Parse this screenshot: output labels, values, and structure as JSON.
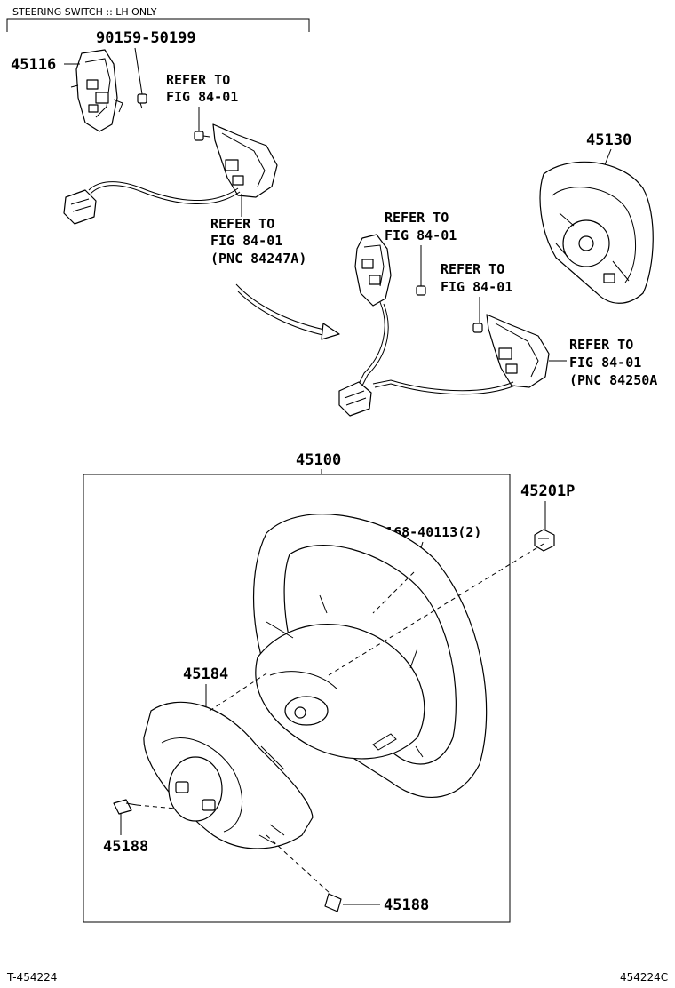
{
  "header_note": "STEERING SWITCH :: LH ONLY",
  "parts": {
    "p45116": "45116",
    "p90159": "90159-50199",
    "p45130": "45130",
    "p45100": "45100",
    "p45201P": "45201P",
    "p90168": "90168-40113(2)",
    "p45184": "45184",
    "p45188_left": "45188",
    "p45188_bottom": "45188"
  },
  "refs": {
    "r1": {
      "line1": "REFER TO",
      "line2": "FIG 84-01"
    },
    "r2": {
      "line1": "REFER TO",
      "line2": "FIG 84-01",
      "line3": "(PNC 84247A)"
    },
    "r3": {
      "line1": "REFER TO",
      "line2": "FIG 84-01"
    },
    "r4": {
      "line1": "REFER TO",
      "line2": "FIG 84-01"
    },
    "r5": {
      "line1": "REFER TO",
      "line2": "FIG 84-01",
      "line3": "(PNC 84250A"
    }
  },
  "footer": {
    "left_code": "T-454224",
    "right_code": "454224C"
  },
  "icons": [
    "steering-wheel-icon",
    "airbag-cover-icon",
    "switch-assembly-icon",
    "wire-harness-icon",
    "bolt-icon",
    "nut-icon",
    "screw-icon",
    "arrow-icon"
  ]
}
